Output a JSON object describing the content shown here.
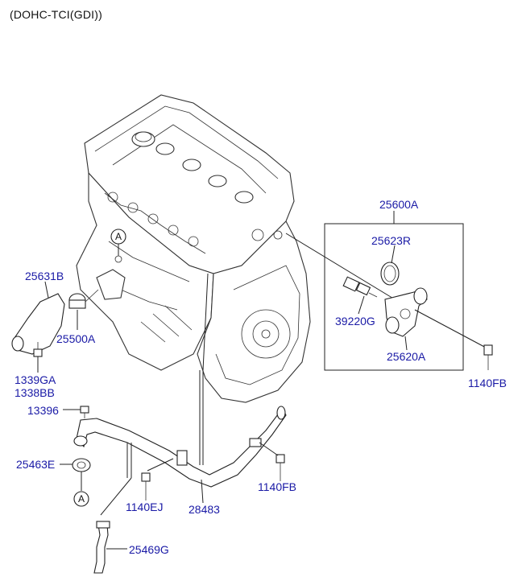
{
  "header": "(DOHC-TCI(GDI))",
  "parts": {
    "p25600A": "25600A",
    "p25623R": "25623R",
    "p39220G": "39220G",
    "p25620A": "25620A",
    "p1140FB_a": "1140FB",
    "p1140FB_b": "1140FB",
    "p25631B": "25631B",
    "p25500A": "25500A",
    "p1339GA": "1339GA",
    "p1338BB": "1338BB",
    "p13396": "13396",
    "p25463E": "25463E",
    "p1140EJ": "1140EJ",
    "p28483": "28483",
    "p25469G": "25469G"
  },
  "markers": {
    "a_top": "A",
    "a_bottom": "A"
  },
  "colors": {
    "label": "#1a1aa6",
    "line": "#222222"
  }
}
